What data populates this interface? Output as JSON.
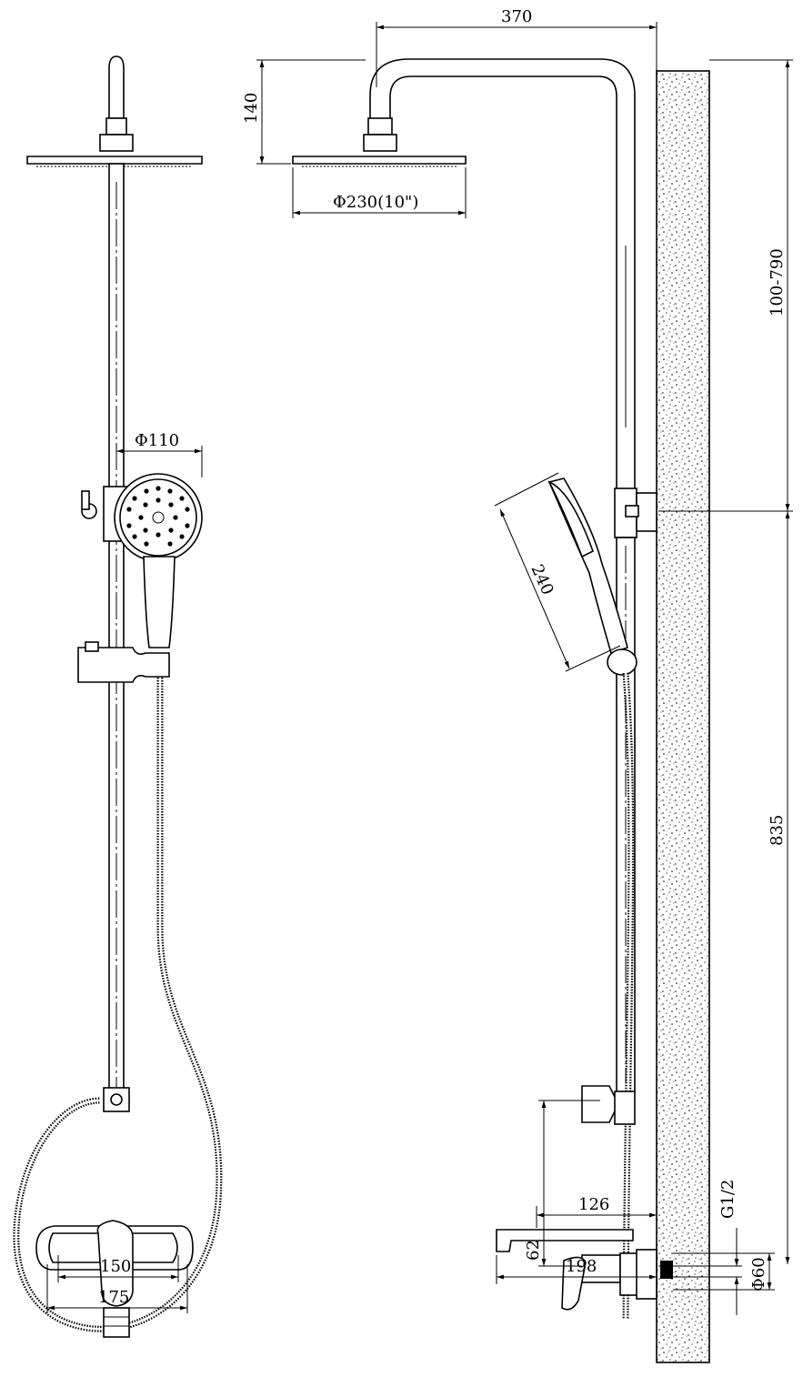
{
  "drawing": {
    "title": "",
    "dimensions": {
      "top_width": "370",
      "head_drop": "140",
      "head_diameter": "Φ230(10\")",
      "adjustable_height": "100-790",
      "hand_shower_diameter": "Φ110",
      "hand_shower_length": "240",
      "bracket_height": "835",
      "mixer_offset": "62",
      "inlet_diameter": "Φ60",
      "inlet_thread": "G1/2",
      "spout_projection_mixer": "126",
      "spout_projection_wall": "198",
      "mixer_centres_min": "150",
      "mixer_centres_max": "175"
    }
  }
}
